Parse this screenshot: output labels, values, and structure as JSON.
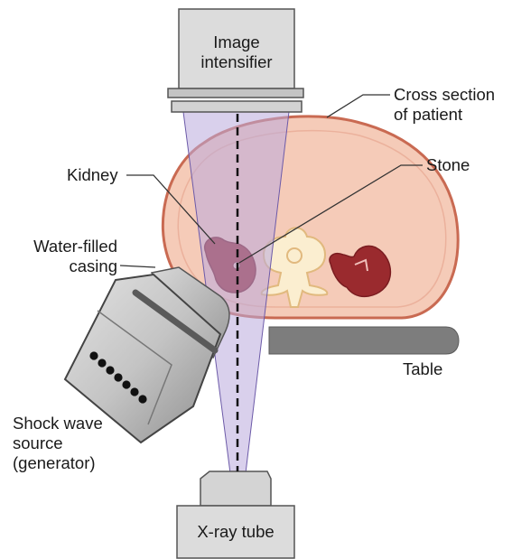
{
  "labels": {
    "image_intensifier": [
      "Image",
      "intensifier"
    ],
    "cross_section": [
      "Cross section",
      "of patient"
    ],
    "kidney": "Kidney",
    "stone": "Stone",
    "water_filled_casing": [
      "Water-filled",
      "casing"
    ],
    "shock_wave_source": [
      "Shock wave",
      "source",
      "(generator)"
    ],
    "table": "Table",
    "xray_tube": "X-ray tube"
  },
  "colors": {
    "patient_fill": "#f5cbb8",
    "patient_outline": "#c96a52",
    "kidney": "#9a2a2e",
    "spine": "#fbeed0",
    "device_gray": "#c8c8c8",
    "table_gray": "#7d7d7d",
    "beam": "#b9a9dc"
  }
}
